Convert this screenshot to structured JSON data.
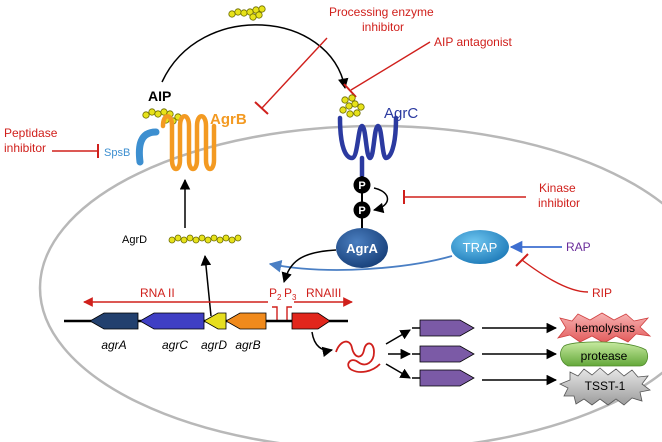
{
  "labels": {
    "processing_inhibitor": [
      "Processing enzyme",
      "inhibitor"
    ],
    "aip_antagonist": "AIP antagonist",
    "peptidase_inhibitor": [
      "Peptidase",
      "inhibitor"
    ],
    "kinase_inhibitor": [
      "Kinase",
      "inhibitor"
    ],
    "aip": "AIP",
    "agrb": "AgrB",
    "agrc": "AgrC",
    "spsb": "SpsB",
    "agrd_peptide": "AgrD",
    "agra": "AgrA",
    "trap": "TRAP",
    "rap": "RAP",
    "rip": "RIP",
    "phospho": "P",
    "rna2": "RNA II",
    "rna3": "RNAIII",
    "p2": "P",
    "p2_sub": "2",
    "p3": "P",
    "p3_sub": "3",
    "genes": [
      "agrA",
      "agrC",
      "agrD",
      "agrB"
    ],
    "products": [
      "hemolysins",
      "protease",
      "TSST-1"
    ]
  },
  "colors": {
    "inhibitor_red": "#d0201c",
    "agrc_blue": "#2b3aa0",
    "agrb_orange": "#f39a22",
    "spsb_blue": "#3d8fd0",
    "agra_navy": "#1f4e8c",
    "trap_blue": "#2a8ac8",
    "rap_purple": "#6a2c9a",
    "peptide_yellow": "#e7e21a",
    "gene_agrA": "#22406e",
    "gene_agrC": "#3f3fc4",
    "gene_agrD": "#e6de1f",
    "gene_agrB": "#f08a1c",
    "gene_rna3": "#e1261c",
    "purple_gene": "#7b5aa6",
    "protease_green": "#7cc04a"
  }
}
